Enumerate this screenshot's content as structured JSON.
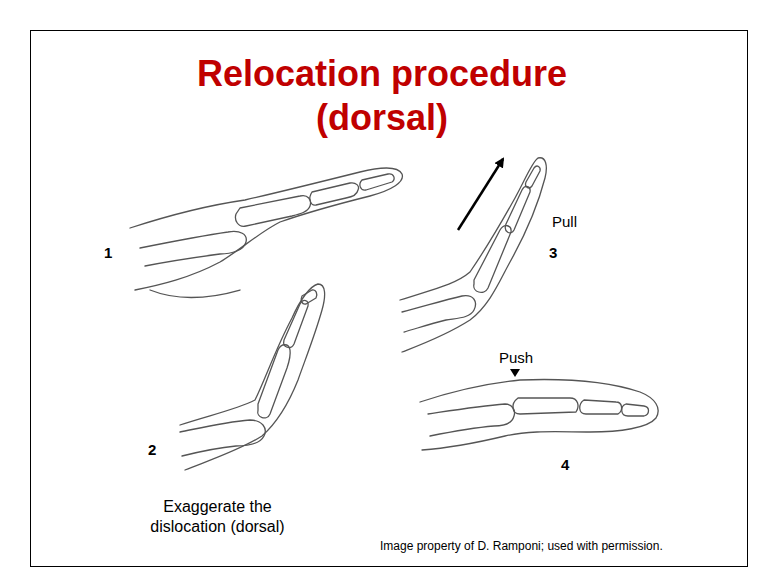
{
  "diagram": {
    "title": "Relocation procedure (dorsal)",
    "labels": [
      "1",
      "2",
      "3",
      "4",
      "Pull",
      "Push",
      "Exaggerate the dislocation (dorsal)",
      "Image property of D. Ramponi; used with permission."
    ]
  }
}
